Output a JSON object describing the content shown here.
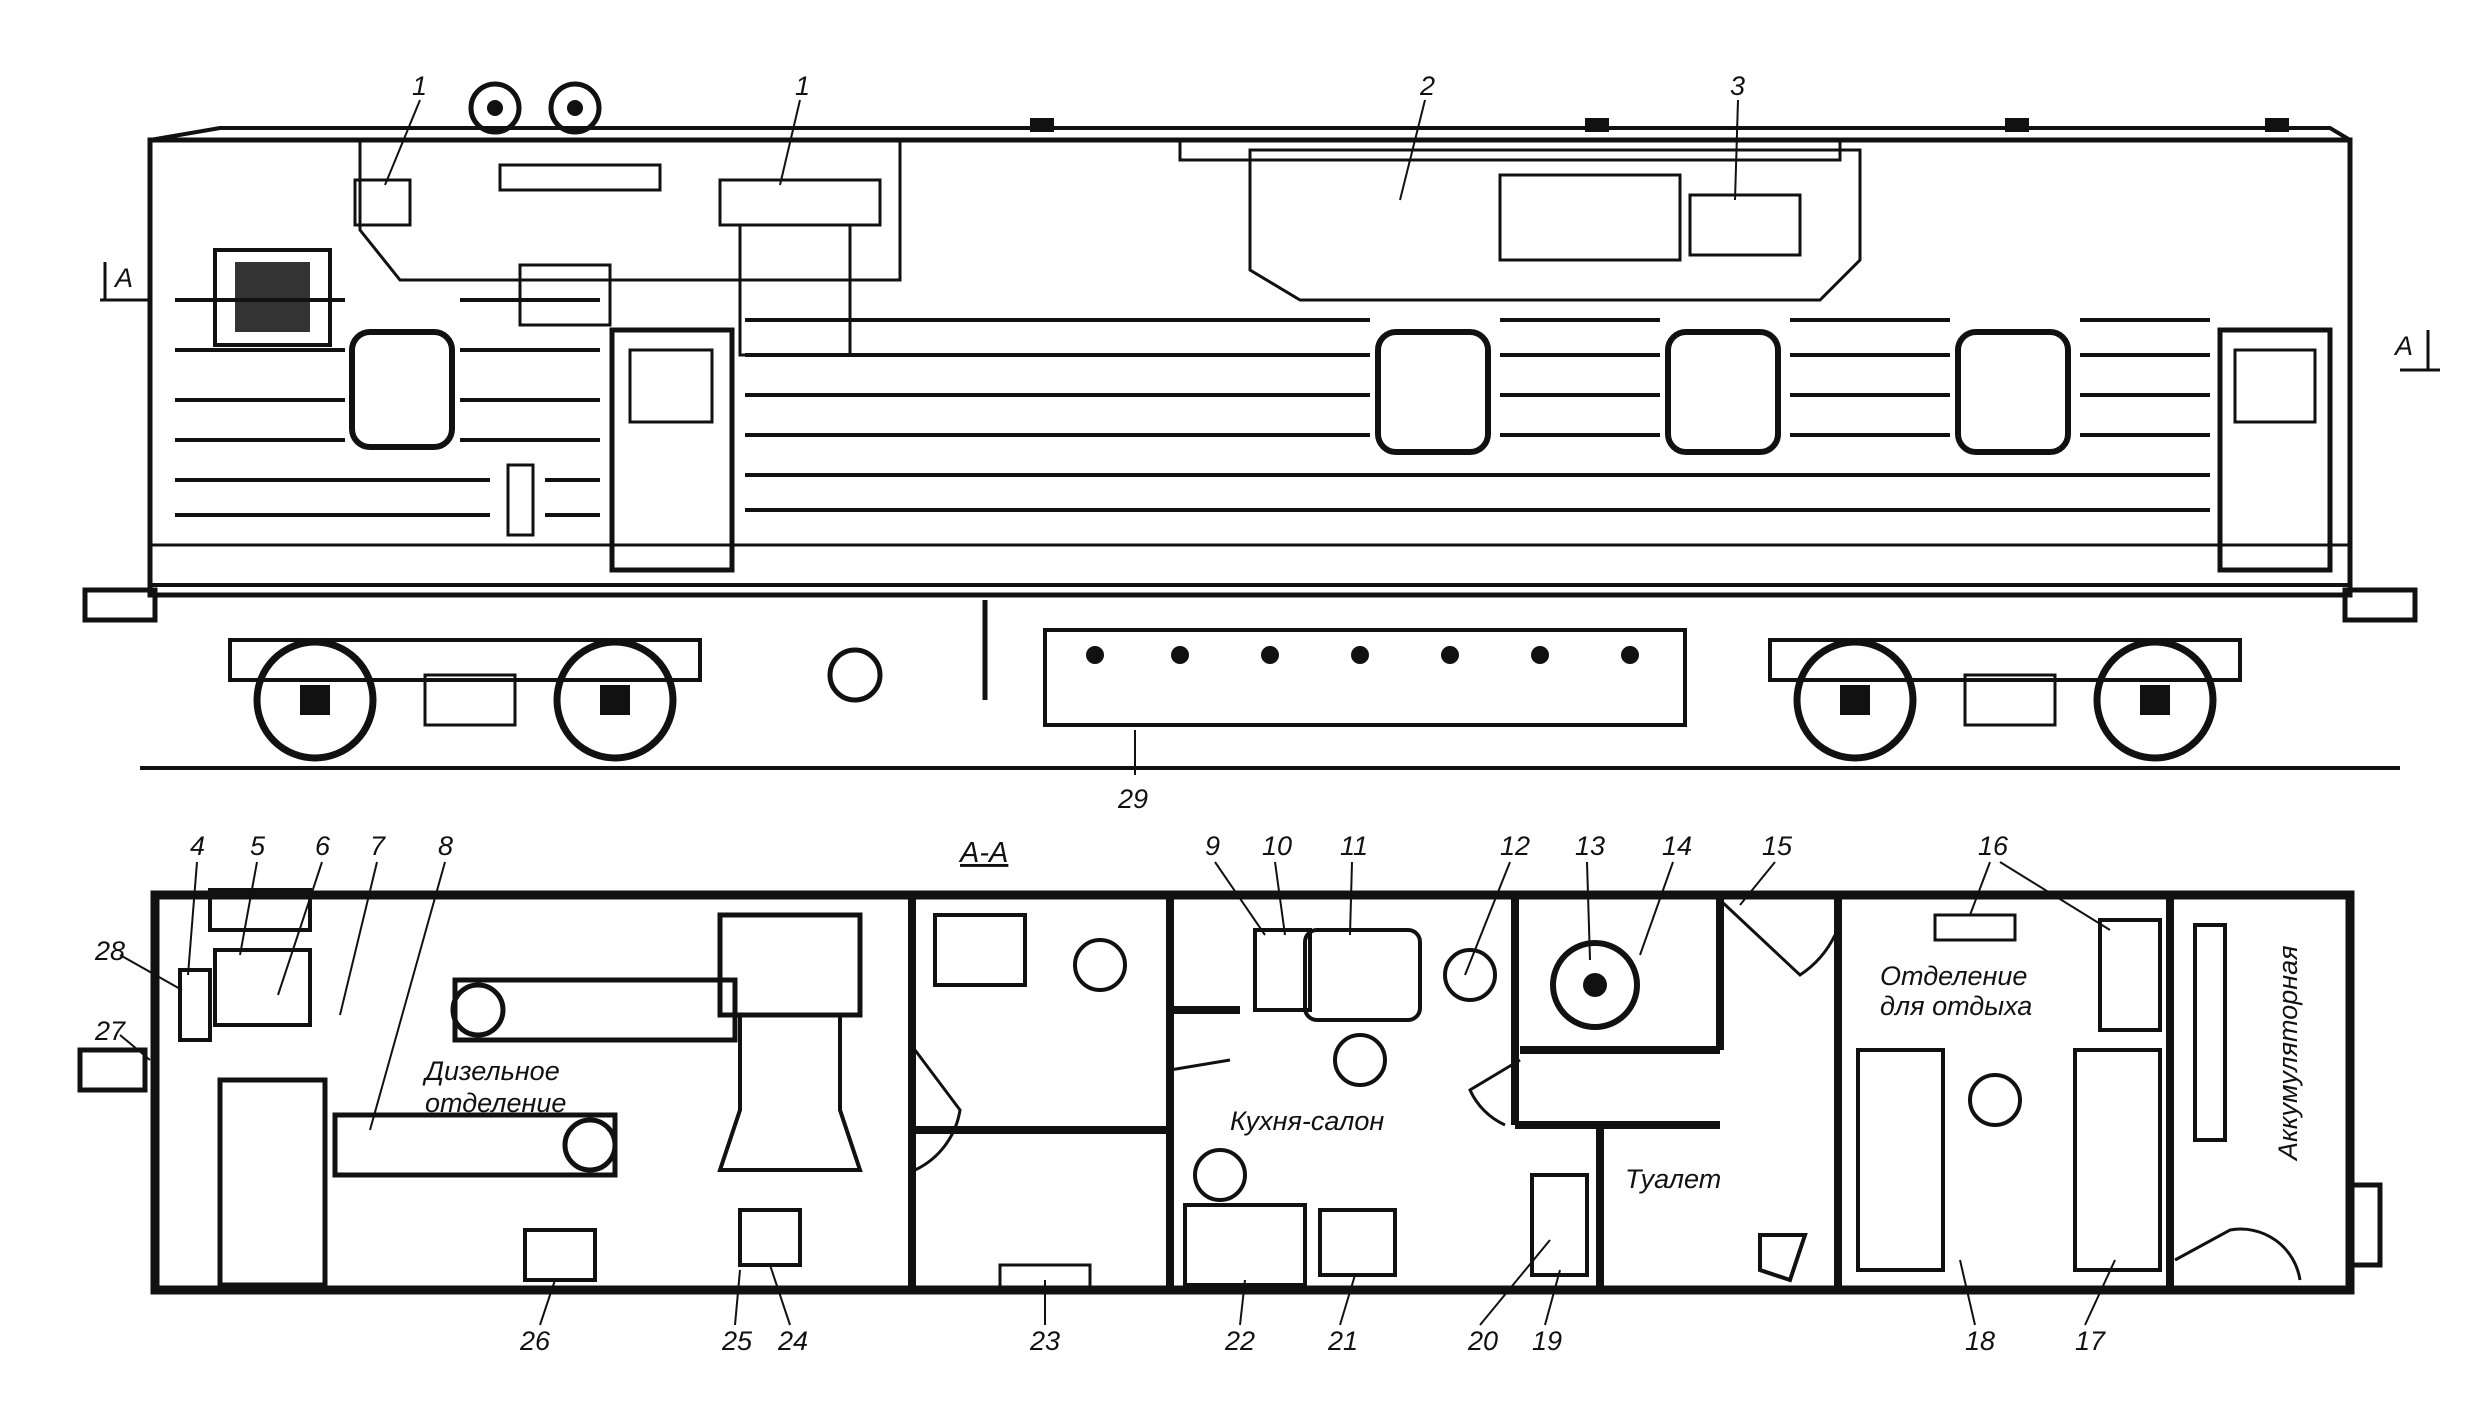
{
  "drawing": {
    "section_label": "А-А",
    "section_marks": [
      "A",
      "A"
    ],
    "side_callouts": [
      "1",
      "1",
      "2",
      "3",
      "29"
    ],
    "plan_callouts": [
      "4",
      "5",
      "6",
      "7",
      "8",
      "9",
      "10",
      "11",
      "12",
      "13",
      "14",
      "15",
      "16",
      "17",
      "18",
      "19",
      "20",
      "21",
      "22",
      "23",
      "24",
      "25",
      "26",
      "27",
      "28"
    ],
    "rooms": {
      "diesel_line1": "Дизельное",
      "diesel_line2": "отделение",
      "kitchen": "Кухня-салон",
      "toilet": "Туалет",
      "rest_line1": "Отделение",
      "rest_line2": "для отдыха",
      "battery": "Аккумуляторная"
    }
  }
}
